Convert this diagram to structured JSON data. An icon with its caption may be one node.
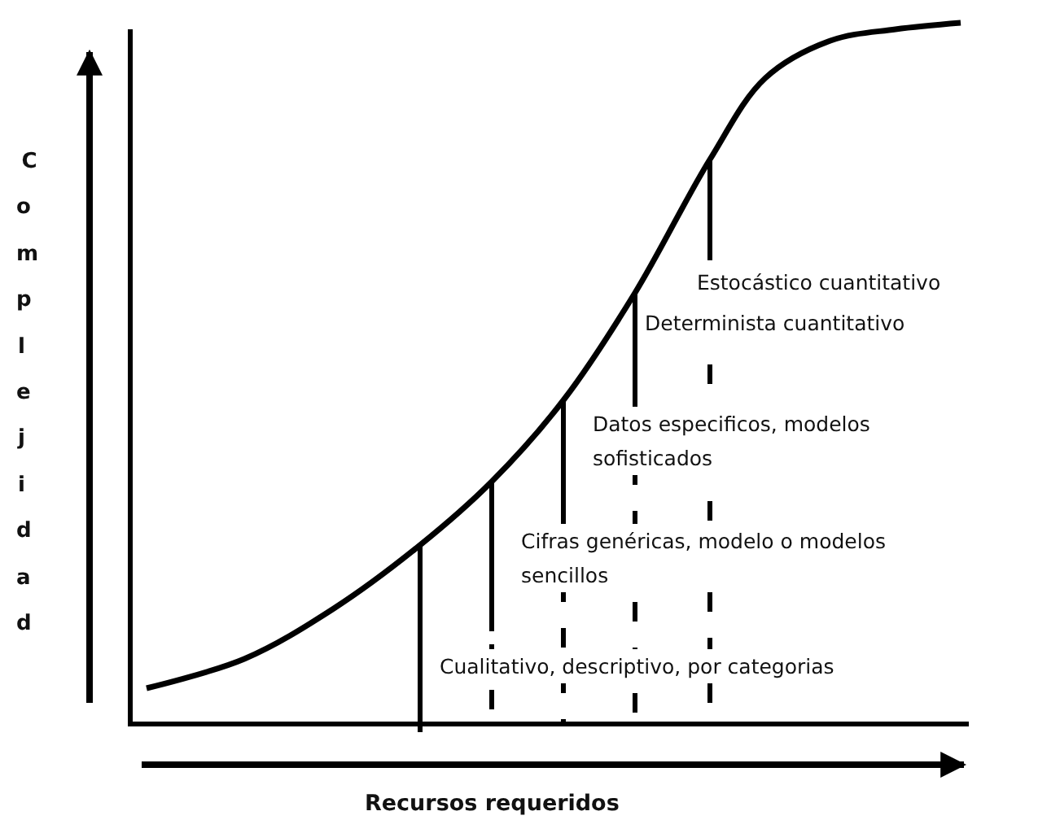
{
  "diagram": {
    "labels": [
      "Complejidad",
      "Estocástico cuantitativo",
      "Determinista cuantitativo",
      "Datos especificos, modelos sofisticados",
      "Cifras genéricas, modelo o modelos sencillos",
      "Cualitativo, descriptivo, por categorias",
      "Recursos requeridos"
    ]
  }
}
